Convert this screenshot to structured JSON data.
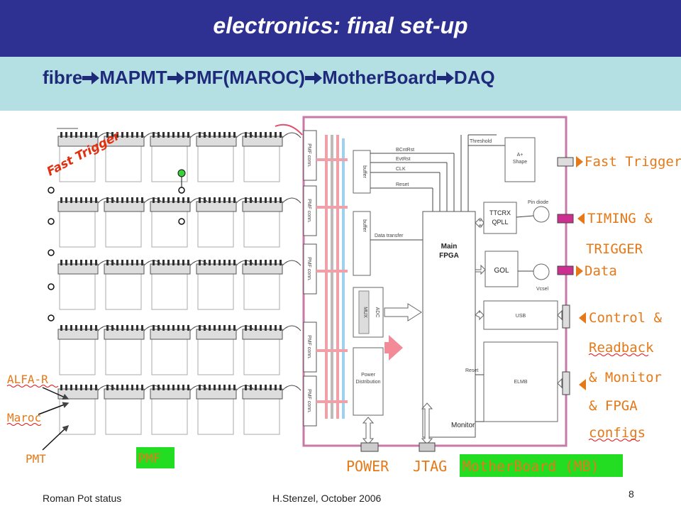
{
  "header": {
    "title": "electronics: final set-up",
    "chain": [
      "fibre",
      "MAPMT",
      "PMF(MAROC)",
      "MotherBoard",
      "DAQ"
    ]
  },
  "colors": {
    "title_bg": "#2e3192",
    "subtitle_bg": "#b4e0e4",
    "arrow": "#1f2a7a",
    "annotation": "#e03010",
    "highlight": "#22dd22"
  },
  "diagram": {
    "fast_trigger_tag": "Fast Trigger",
    "pmt_labels": {
      "alfa_r": "ALFA-R",
      "maroc": "Maroc",
      "pmt": "PMT",
      "pmf": "PMF"
    },
    "conn_label": "PMF conn.",
    "buffer_label": "buffer",
    "data_transfer": "Data transfer",
    "signals": [
      "BCntRst",
      "EvtRst",
      "CLK",
      "Reset"
    ],
    "threshold": "Threshold",
    "shaper": [
      "A+",
      "Shape"
    ],
    "ttcrx": [
      "TTCRX",
      "QPLL"
    ],
    "pin_diode": "Pin diode",
    "gol": "GOL",
    "vcsel": "Vcsel",
    "main_fpga": [
      "Main",
      "FPGA"
    ],
    "adc": "ADC",
    "mux": "MUX",
    "power_distribution": [
      "Power",
      "Distribution"
    ],
    "usb": "USB",
    "elmb": "ELMB",
    "reset": "Reset",
    "monitor": "Monitor",
    "right_labels": [
      "Fast Trigger",
      "TIMING &",
      "TRIGGER",
      "Data",
      "Control &",
      "Readback",
      "& Monitor",
      "& FPGA",
      "configs"
    ],
    "bottom": {
      "power": "POWER",
      "jtag": "JTAG",
      "motherboard": "MotherBoard (MB)"
    }
  },
  "footer": {
    "left": "Roman Pot status",
    "center": "H.Stenzel, October 2006",
    "page": "8"
  }
}
